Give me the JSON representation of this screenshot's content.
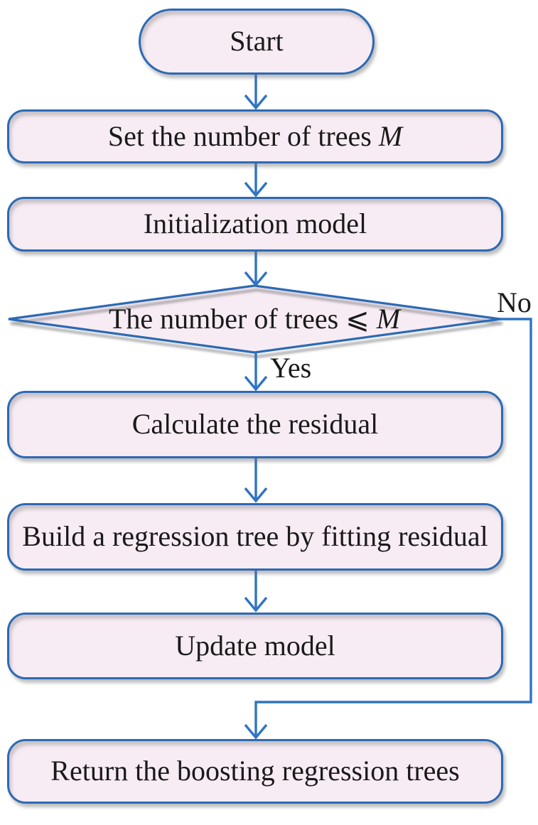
{
  "palette": {
    "background": "#ffffff",
    "node_fill": "#f8ecf4",
    "node_border": "#2c6ab4",
    "connector": "#2f73c4",
    "text": "#1a1a1a"
  },
  "nodes": {
    "start": {
      "type": "terminator",
      "text": "Start"
    },
    "set_trees": {
      "type": "process",
      "text": "Set the number of trees ",
      "var": "M"
    },
    "init_model": {
      "type": "process",
      "text": "Initialization model"
    },
    "decision": {
      "type": "decision",
      "text": "The number of trees ⩽ ",
      "var": "M"
    },
    "calc_residual": {
      "type": "process",
      "text": "Calculate the residual"
    },
    "build_tree": {
      "type": "process",
      "text": "Build a regression tree by fitting residual"
    },
    "update_model": {
      "type": "process",
      "text": "Update model"
    },
    "return_trees": {
      "type": "process",
      "text": "Return the boosting regression trees"
    }
  },
  "edges": [
    {
      "from": "start",
      "to": "set_trees"
    },
    {
      "from": "set_trees",
      "to": "init_model"
    },
    {
      "from": "init_model",
      "to": "decision"
    },
    {
      "from": "decision",
      "to": "calc_residual",
      "label": "Yes"
    },
    {
      "from": "decision",
      "to": "return_trees",
      "label": "No"
    },
    {
      "from": "calc_residual",
      "to": "build_tree"
    },
    {
      "from": "build_tree",
      "to": "update_model"
    }
  ]
}
